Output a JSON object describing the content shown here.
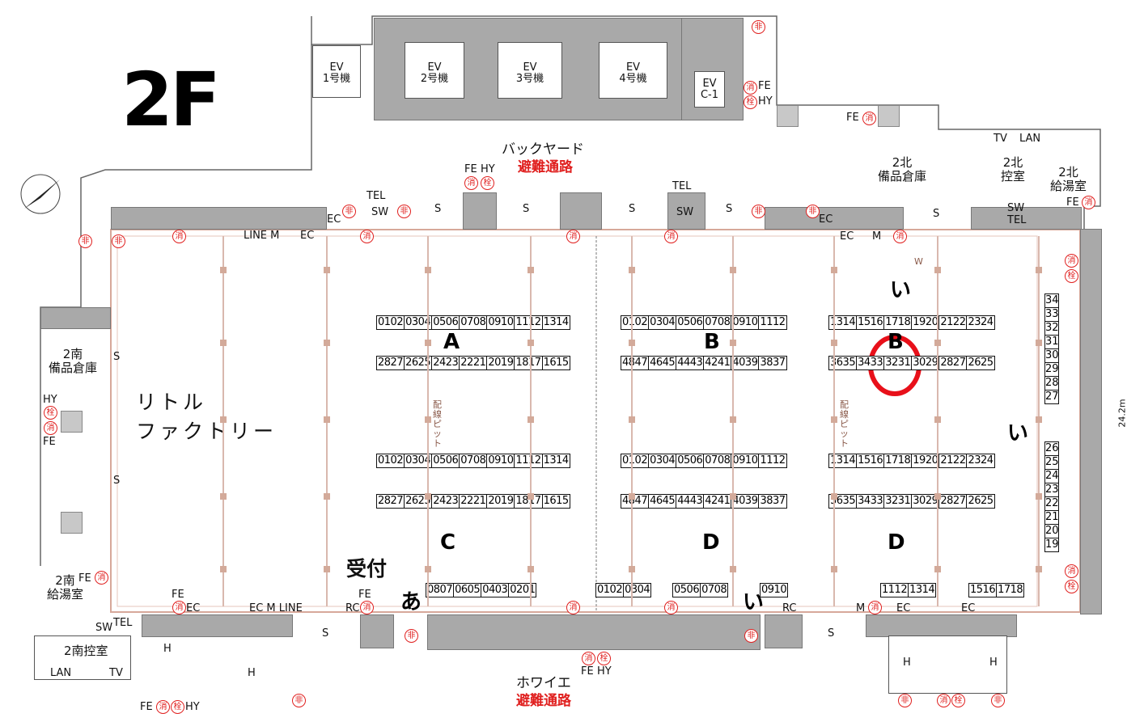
{
  "floor_label": "2F",
  "elevators": [
    "EV\n1号機",
    "EV\n2号機",
    "EV\n3号機",
    "EV\n4号機",
    "EV\nC-1"
  ],
  "backyard": {
    "label": "バックヤード",
    "route": "避難通路"
  },
  "foyer": {
    "label": "ホワイエ",
    "route": "避難通路"
  },
  "rooms": {
    "north_storage": "2北\n備品倉庫",
    "north_control": "2北\n控室",
    "north_kitchen": "2北\n給湯室",
    "south_storage": "2南\n備品倉庫",
    "south_kitchen": "2南\n給湯室",
    "south_control": "2南控室"
  },
  "little_factory": "リトル\nファクトリー",
  "reception": "受付",
  "zones": {
    "A": "A",
    "B": "B",
    "C": "C",
    "D": "D",
    "B2": "B",
    "D2": "D",
    "a": "あ",
    "i1": "い",
    "i2": "い",
    "i3": "い"
  },
  "pit_label": "配線ピット",
  "dimension": "24.2m",
  "symbols": {
    "exit": "非",
    "extinguisher": "消",
    "hydrant": "栓",
    "fe": "FE",
    "hy": "HY",
    "tel": "TEL",
    "sw": "SW",
    "lan": "LAN",
    "tv": "TV",
    "ec": "EC",
    "m": "M",
    "s": "S",
    "rc": "RC",
    "line": "LINE",
    "w": "W",
    "h": "H",
    "lineM": "LINE M",
    "ecMLine": "EC M LINE"
  },
  "booths": {
    "A_top": [
      "0102",
      "0304",
      "0506",
      "0708",
      "0910",
      "1112",
      "1314"
    ],
    "A_bottom": [
      "2827",
      "2625",
      "2423",
      "2221",
      "2019",
      "1817",
      "1615"
    ],
    "C_top": [
      "0102",
      "0304",
      "0506",
      "0708",
      "0910",
      "1112",
      "1314"
    ],
    "C_bottom": [
      "2827",
      "2625",
      "2423",
      "2221",
      "2019",
      "1817",
      "1615"
    ],
    "B_top": [
      "0102",
      "0304",
      "0506",
      "0708",
      "0910",
      "1112"
    ],
    "B_bottom": [
      "4847",
      "4645",
      "4443",
      "4241",
      "4039",
      "3837"
    ],
    "D_top": [
      "0102",
      "0304",
      "0506",
      "0708",
      "0910",
      "1112"
    ],
    "D_bottom": [
      "4847",
      "4645",
      "4443",
      "4241",
      "4039",
      "3837"
    ],
    "B2_top": [
      "1314",
      "1516",
      "1718",
      "1920",
      "2122",
      "2324"
    ],
    "B2_bottom": [
      "3635",
      "3433",
      "3231",
      "3029",
      "2827",
      "2625"
    ],
    "D2_top": [
      "1314",
      "1516",
      "1718",
      "1920",
      "2122",
      "2324"
    ],
    "D2_bottom": [
      "3635",
      "3433",
      "3231",
      "3029",
      "2827",
      "2625"
    ],
    "right_upper": [
      "34",
      "33",
      "32",
      "31",
      "30",
      "29",
      "28",
      "27"
    ],
    "right_lower": [
      "26",
      "25",
      "24",
      "23",
      "22",
      "21",
      "20",
      "19"
    ],
    "a_row": [
      "0807",
      "0605",
      "0403",
      "0201"
    ],
    "i_row1": [
      "0102",
      "0304"
    ],
    "i_row2": [
      "0506",
      "0708"
    ],
    "i_row3": [
      "0910"
    ],
    "i_row4": [
      "1112",
      "1314"
    ],
    "i_row5": [
      "1516",
      "1718"
    ]
  },
  "highlight_color": "#e8101a"
}
